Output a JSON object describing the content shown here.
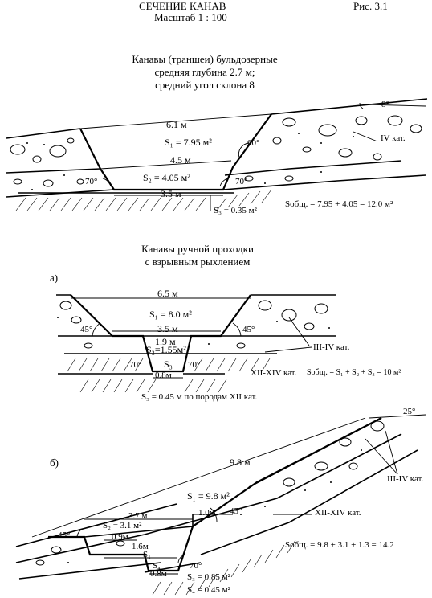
{
  "header": {
    "title": "СЕЧЕНИЕ    КАНАВ",
    "figure": "Рис. 3.1",
    "scale": "Масштаб 1 : 100"
  },
  "section1": {
    "title_lines": [
      "Канавы (траншеи) бульдозерные",
      "средняя глубина 2.7 м;",
      "средний угол склона 8"
    ],
    "labels": {
      "slope_angle": "8°",
      "top_width": "6.1 м",
      "s1": "S₁ = 7.95 м²",
      "category": "IV кат.",
      "angle60": "60°",
      "mid_width": "4.5 м",
      "s2": "S₂ = 4.05 м²",
      "angle70_left": "70°",
      "angle70_right": "70°",
      "bottom_width": "3.5 м",
      "s3": "S₃ = 0.35 м²",
      "total": "Sобщ. = 7.95 + 4.05 = 12.0 м²"
    }
  },
  "section2": {
    "title_lines": [
      "Канавы ручной проходки",
      "с взрывным рыхлением"
    ],
    "variant_a": {
      "marker": "а)",
      "top_width": "6.5 м",
      "s1": "S₁ = 8.0 м²",
      "angle45_left": "45°",
      "angle45_right": "45°",
      "mid_width": "3.5 м",
      "narrow_width": "1.9 м",
      "s2": "S₂=1.55м²",
      "category_upper": "III-IV кат.",
      "s3": "S₃",
      "angle70_left": "70°",
      "angle70_right": "70°",
      "bottom_width": "0.8м",
      "category_lower": "XII-XIV кат.",
      "total": "Sобщ. = S₁ + S₂ + S₃ = 10 м²",
      "s3_note": "S₃ = 0.45 м   по породам XII кат."
    },
    "variant_b": {
      "marker": "б)",
      "slope_angle": "25°",
      "top_width": "9.8 м",
      "category_upper": "III-IV кат.",
      "s1": "S₁ = 9.8 м²",
      "width_37": "3.7 м",
      "width_10": "1.0м",
      "angle45_right": "45°",
      "category_lower": "XII-XIV кат.",
      "s2": "S₂ = 3.1 м²",
      "angle45_left": "45°",
      "width_09": "0.9м",
      "width_16": "1.6м",
      "s_mid": "S₁",
      "total": "Sобщ. = 9.8 + 3.1 + 1.3 = 14.2",
      "s4_label": "S₄",
      "angle70": "70°",
      "bottom_width": "0.8м",
      "s3": "S₃ = 0.85 м²",
      "s4": "S₄ = 0.45 м²"
    }
  }
}
